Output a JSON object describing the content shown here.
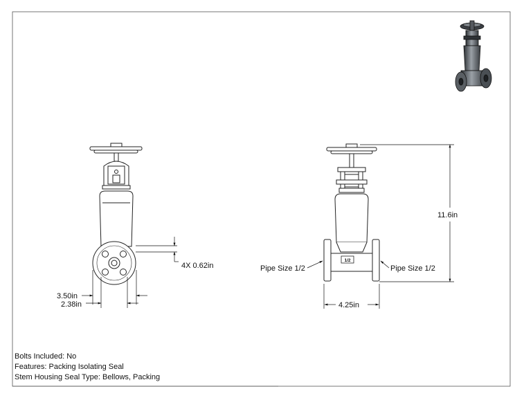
{
  "dimensions": {
    "height": "11.6in",
    "hole_spec": "4X 0.62in",
    "flange_od": "3.50in",
    "bolt_circle": "2.38in",
    "face_to_face": "4.25in",
    "pipe_size_left": "Pipe Size 1/2",
    "pipe_size_right": "Pipe Size 1/2",
    "body_marking": "1/2"
  },
  "notes": [
    "Bolts Included: No",
    "Features: Packing Isolating Seal",
    "Stem Housing Seal Type: Bellows, Packing"
  ]
}
